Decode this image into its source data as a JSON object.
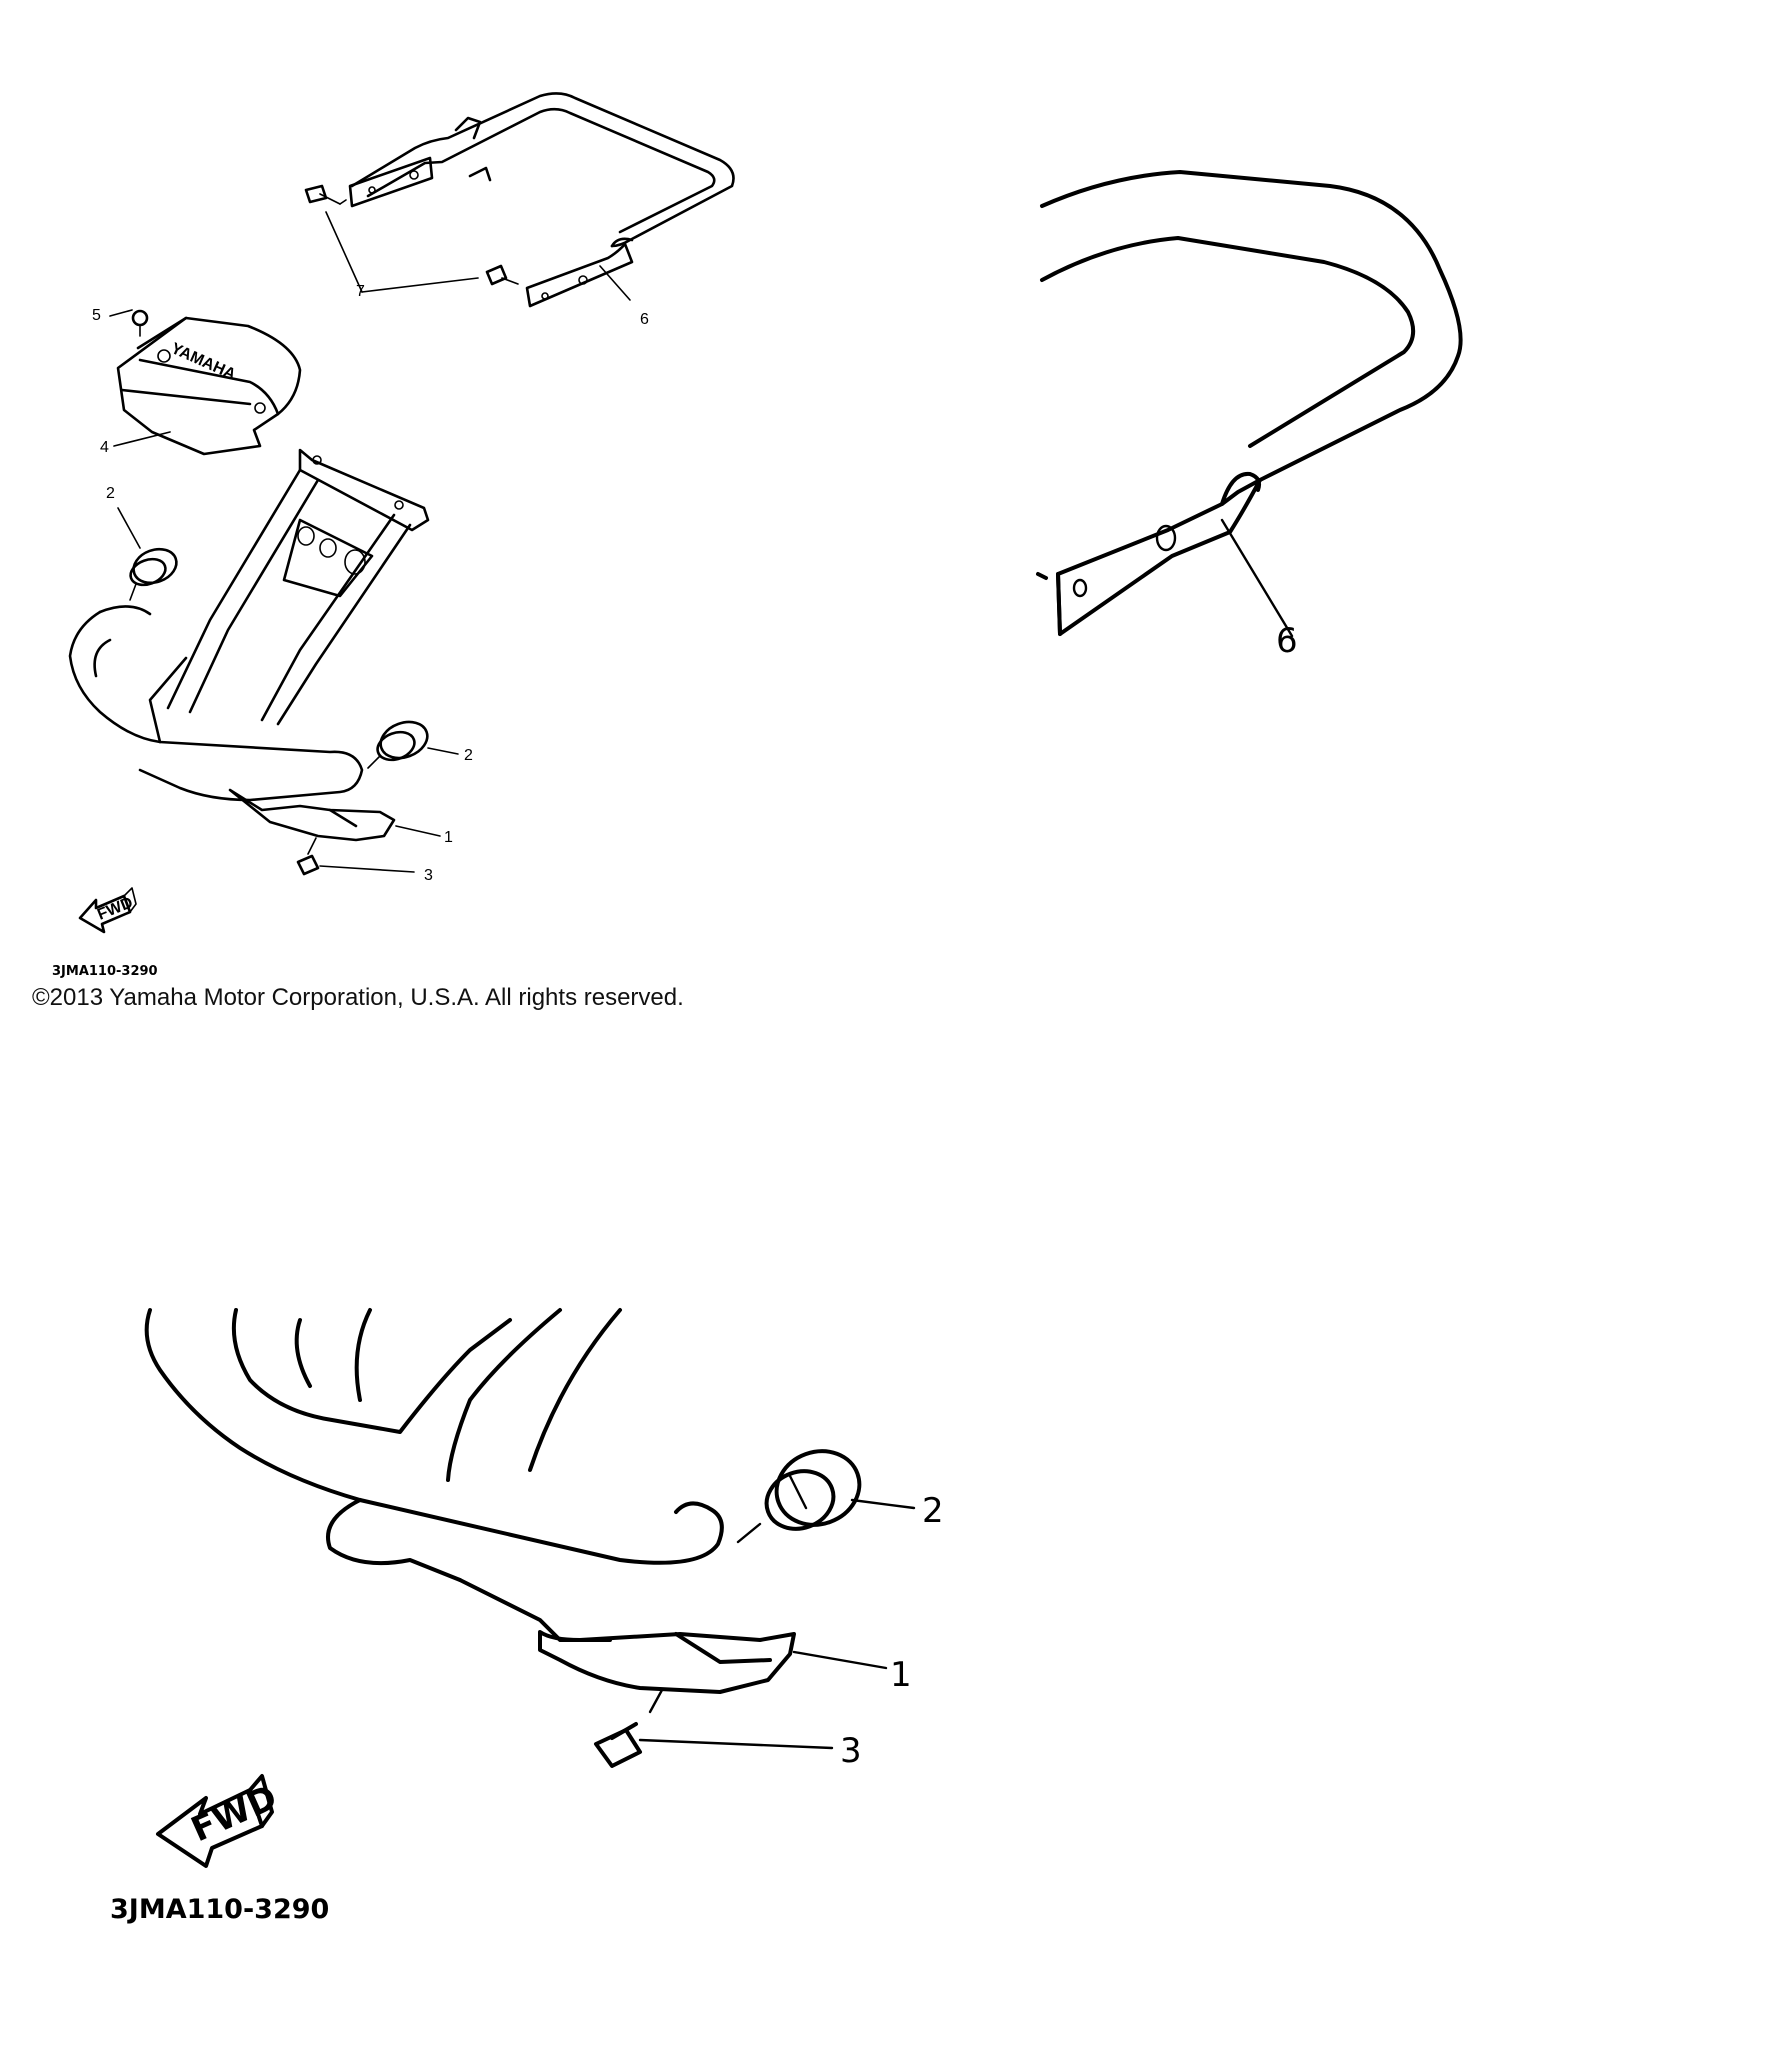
{
  "diagram": {
    "callouts": {
      "c1": "1",
      "c2": "2",
      "c3": "3",
      "c4": "4",
      "c5": "5",
      "c6": "6",
      "c7": "7"
    },
    "emblem_text": "YAMAHA",
    "fwd_label": "FWD",
    "part_code": "3JMA110-3290",
    "copyright": "©2013 Yamaha Motor Corporation, U.S.A. All rights reserved."
  }
}
